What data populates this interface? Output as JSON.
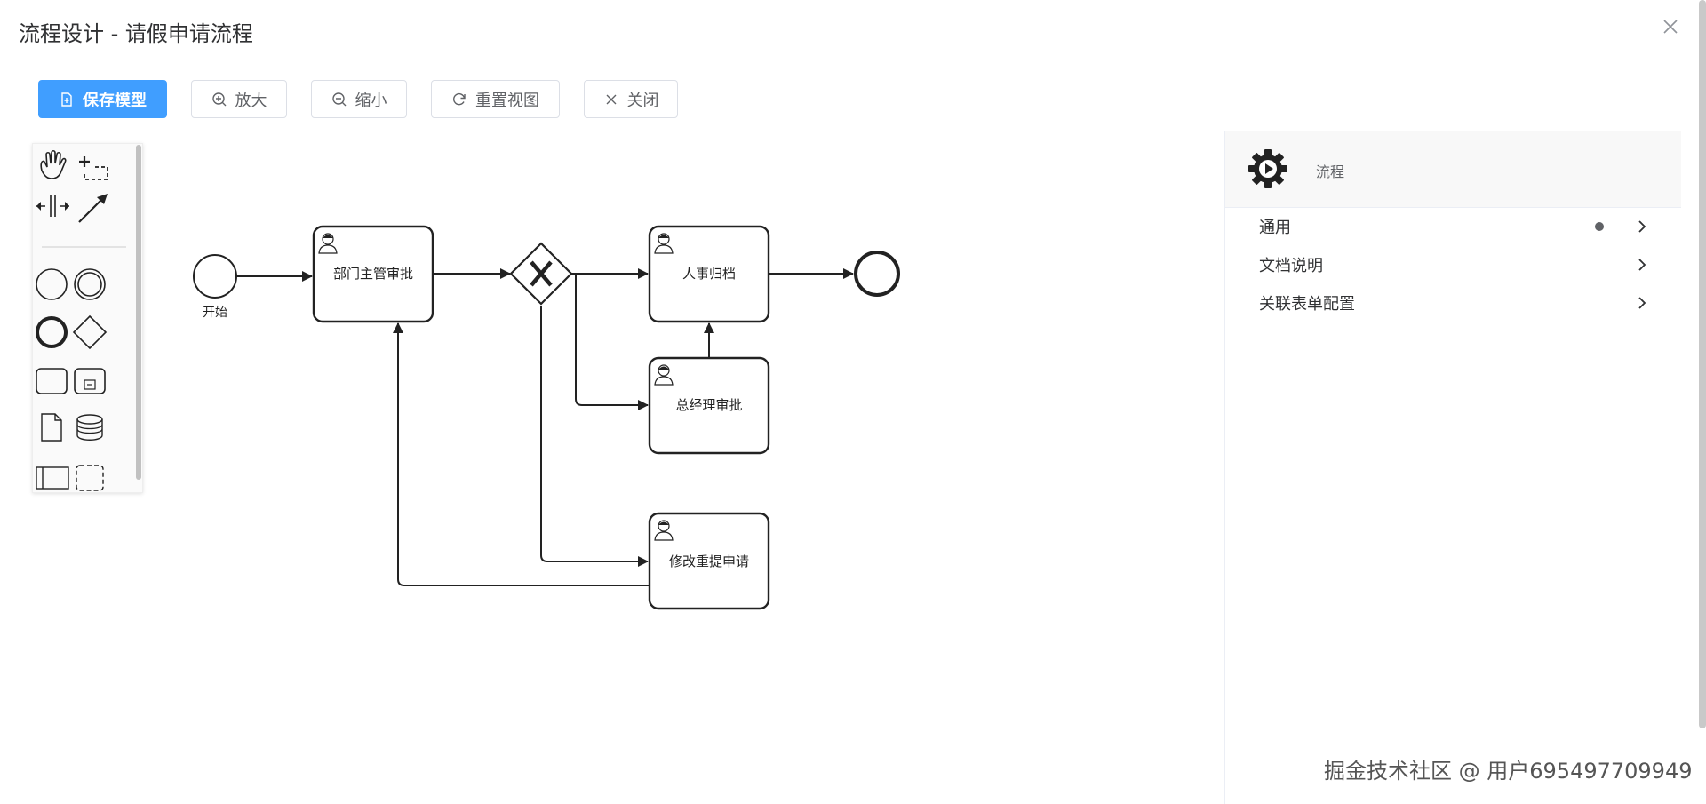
{
  "dialog": {
    "title": "流程设计 - 请假申请流程"
  },
  "toolbar": {
    "save_label": "保存模型",
    "zoom_in_label": "放大",
    "zoom_out_label": "缩小",
    "reset_label": "重置视图",
    "close_label": "关闭"
  },
  "diagram": {
    "start_label": "开始",
    "tasks": {
      "dept_manager": "部门主管审批",
      "hr_archive": "人事归档",
      "gm_approve": "总经理审批",
      "modify_resubmit": "修改重提申请"
    }
  },
  "panel": {
    "header_title": "流程",
    "items": [
      {
        "label": "通用"
      },
      {
        "label": "文档说明"
      },
      {
        "label": "关联表单配置"
      }
    ]
  },
  "watermark": "掘金技术社区 @ 用户695497709949",
  "colors": {
    "primary": "#409eff",
    "stroke": "#222222"
  }
}
